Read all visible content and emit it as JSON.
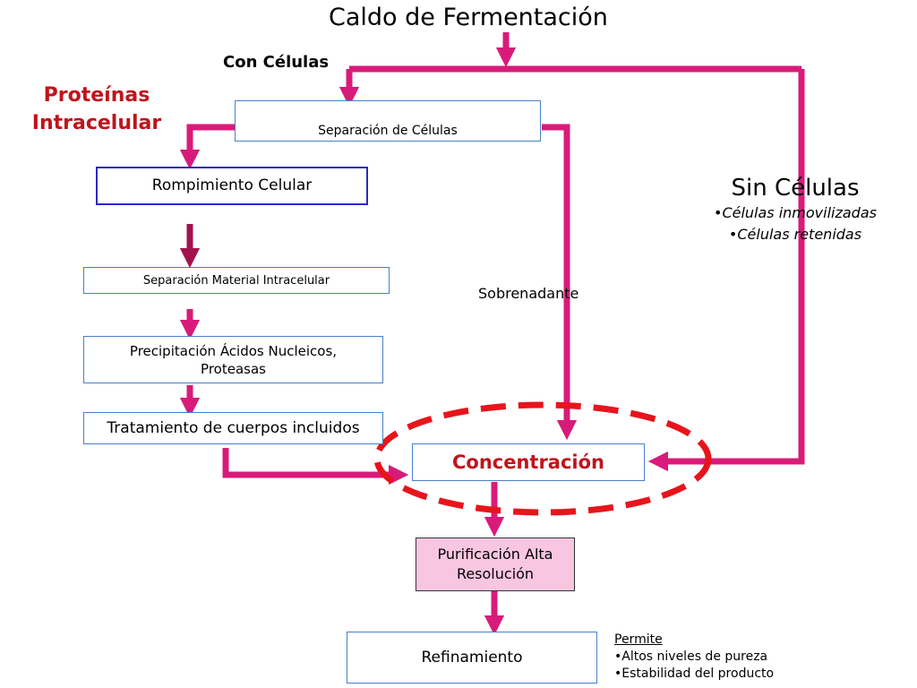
{
  "title": "Caldo de Fermentación",
  "con_celulas": "Con Células",
  "proteinas": [
    "Proteínas",
    "Intracelular"
  ],
  "sin_celulas": {
    "heading": "Sin Células",
    "bullets": [
      "•Células inmovilizadas",
      "•Células retenidas"
    ]
  },
  "boxes": {
    "separacion_celulas": "Separación de Células",
    "rompimiento": "Rompimiento Celular",
    "separacion_material": "Separación Material Intracelular",
    "precipitacion": [
      "Precipitación  Ácidos Nucleicos,",
      "Proteasas"
    ],
    "tratamiento": "Tratamiento de cuerpos incluidos",
    "concentracion": "Concentración",
    "purificacion": [
      "Purificación Alta",
      "Resolución"
    ],
    "refinamiento": "Refinamiento"
  },
  "sobrenadante": "Sobrenadante",
  "permite": {
    "heading": "Permite",
    "bullets": [
      "•Altos niveles de pureza",
      "•Estabilidad del producto"
    ]
  },
  "colors": {
    "arrow": "#d81b7a",
    "arrow_dark": "#a3124f",
    "highlight": "#e8141c",
    "box_border": "#4a7fc8",
    "box_border_strong": "#2b2bbb",
    "purificacion_fill": "#f9c6e2",
    "red_text": "#c0141c"
  }
}
